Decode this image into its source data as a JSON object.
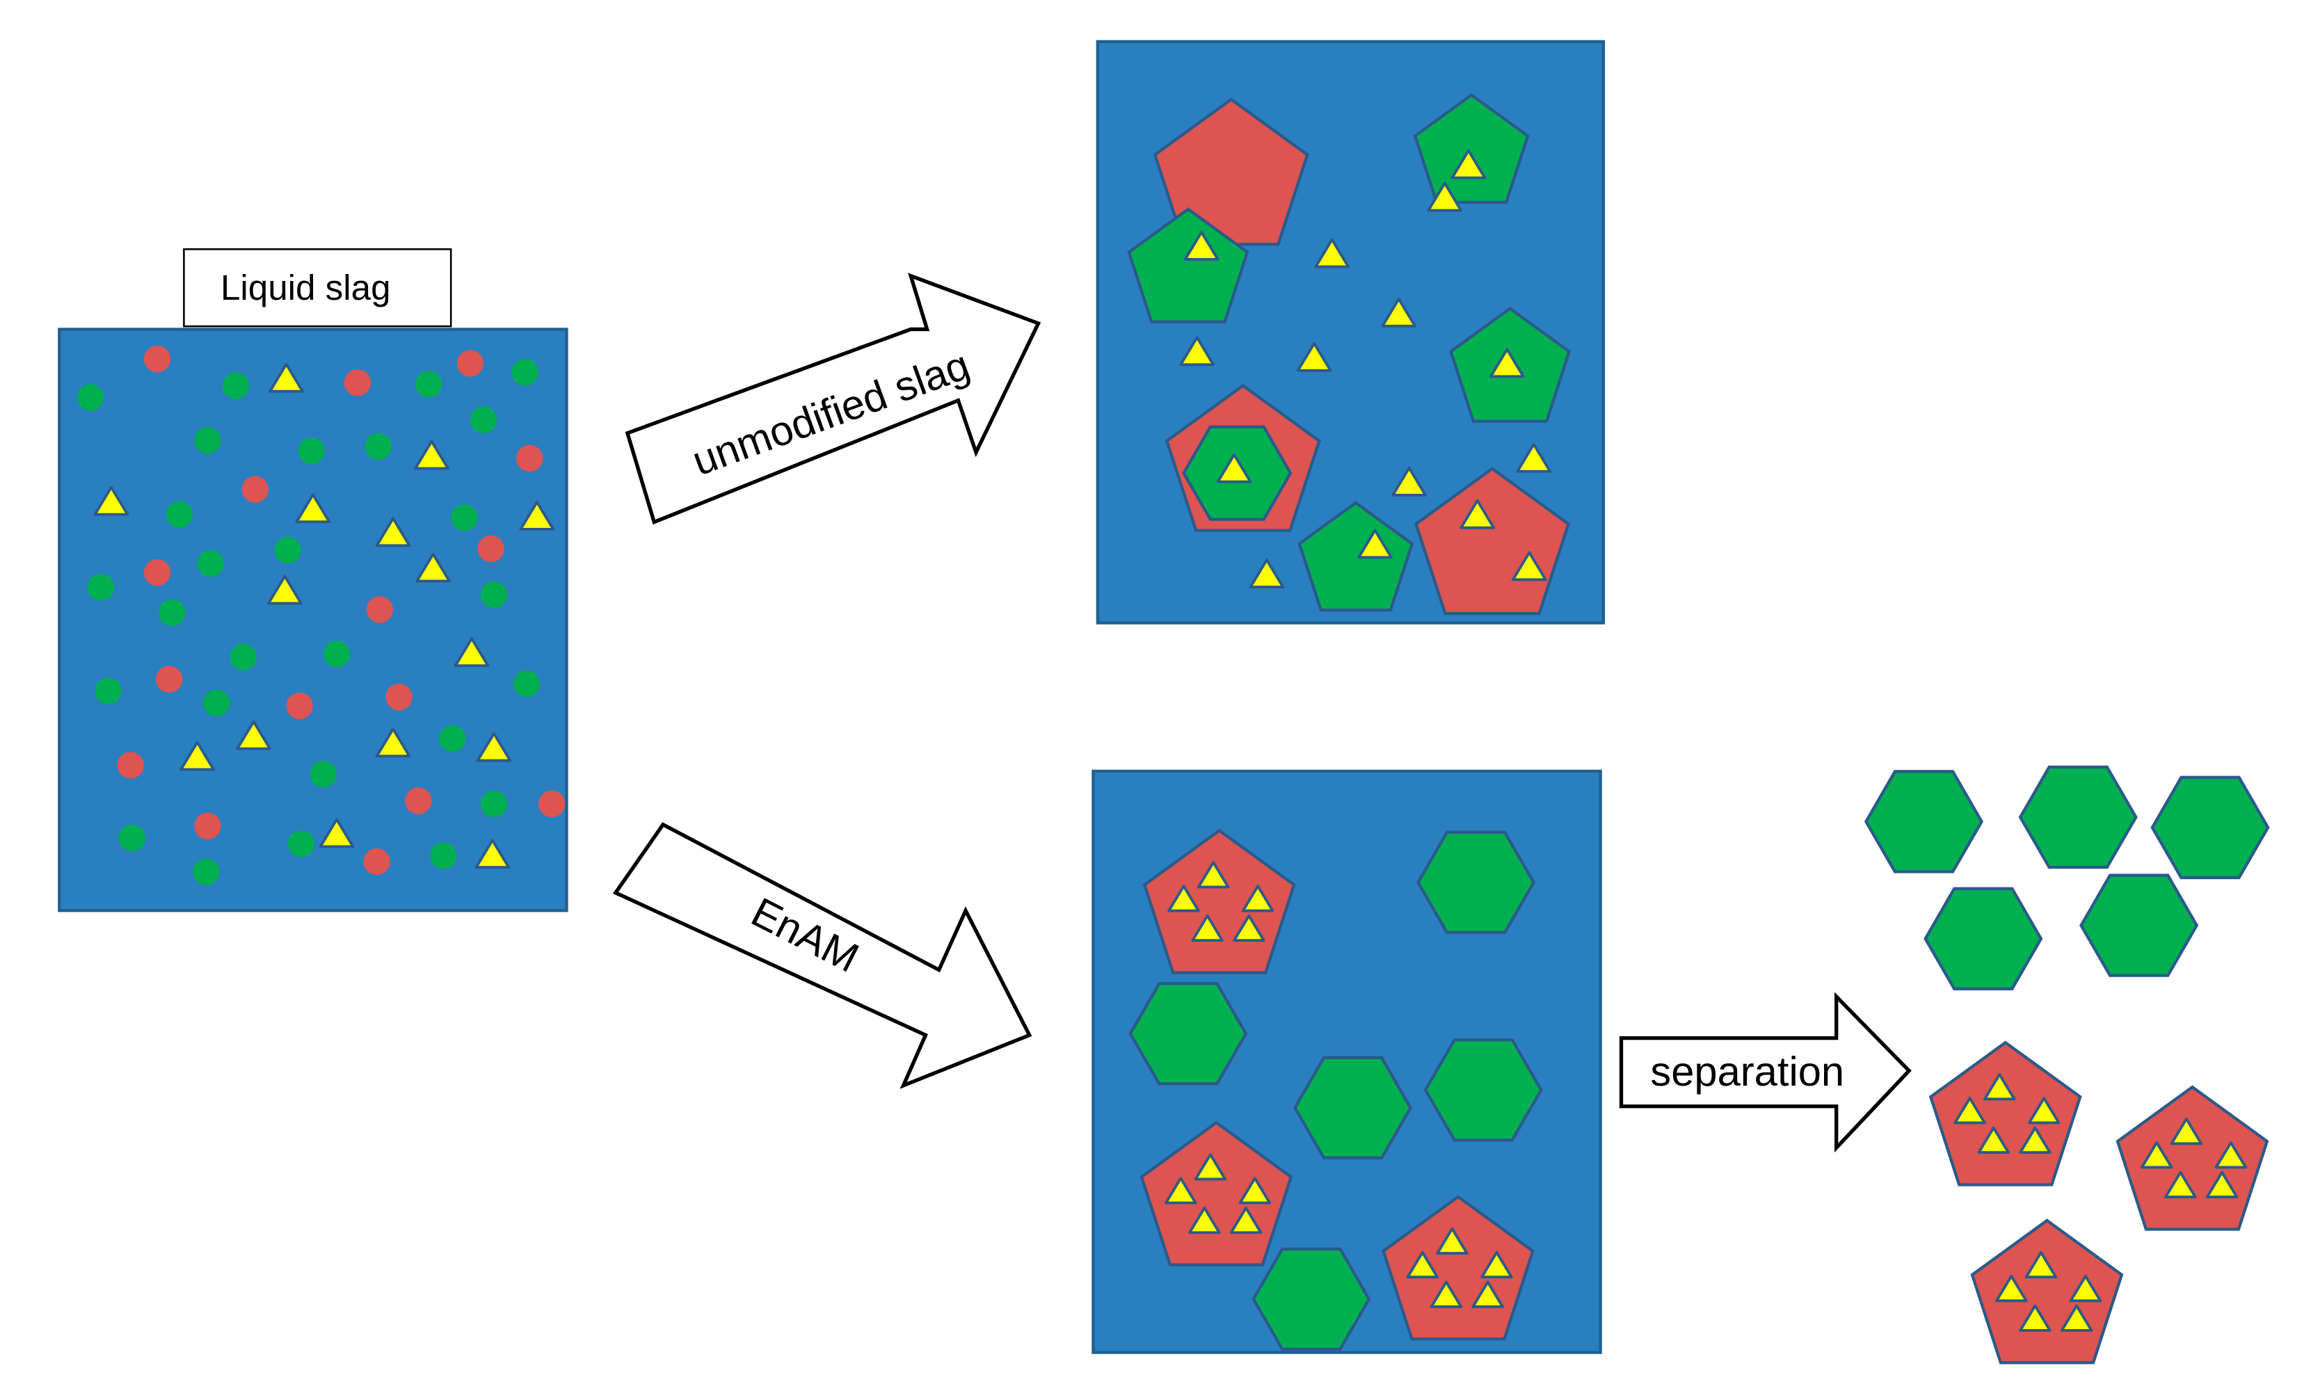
{
  "labels": {
    "liquid_slag": "Liquid slag",
    "unmodified_slag": "unmodified slag",
    "enam": "EnAM",
    "separation": "separation"
  },
  "colors": {
    "slag_blue": "#2a7fc1",
    "box_border": "#1f5f8f",
    "red_phase": "#dd5450",
    "green_phase": "#00b050",
    "yellow_particle": "#ffff00",
    "particle_outline": "#2a5a8a",
    "arrow_fill": "#ffffff",
    "arrow_stroke": "#000000"
  }
}
